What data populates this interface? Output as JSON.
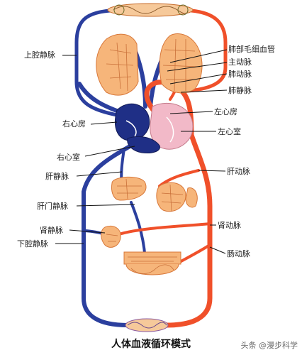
{
  "labels": {
    "svc": "上腔静脉",
    "pulm_cap": "肺部毛细血管",
    "aorta": "主动脉",
    "pulm_artery": "肺动脉",
    "pulm_vein": "肺静脉",
    "left_atrium": "左心房",
    "right_atrium": "右心房",
    "left_ventricle": "左心室",
    "right_ventricle": "右心室",
    "hepatic_vein": "肝静脉",
    "hepatic_artery": "肝动脉",
    "portal_vein": "肝门静脉",
    "renal_vein": "肾静脉",
    "renal_artery": "肾动脉",
    "ivc": "下腔静脉",
    "intestinal_artery": "肠动脉"
  },
  "caption": "人体血液循环模式",
  "watermark": "头条 @漫步科学",
  "colors": {
    "artery": "#f0502a",
    "vein": "#2b3f9e",
    "tissue": "#f3a65a",
    "heart_dark": "#1f2f86",
    "heart_pink": "#f2b9c8"
  }
}
